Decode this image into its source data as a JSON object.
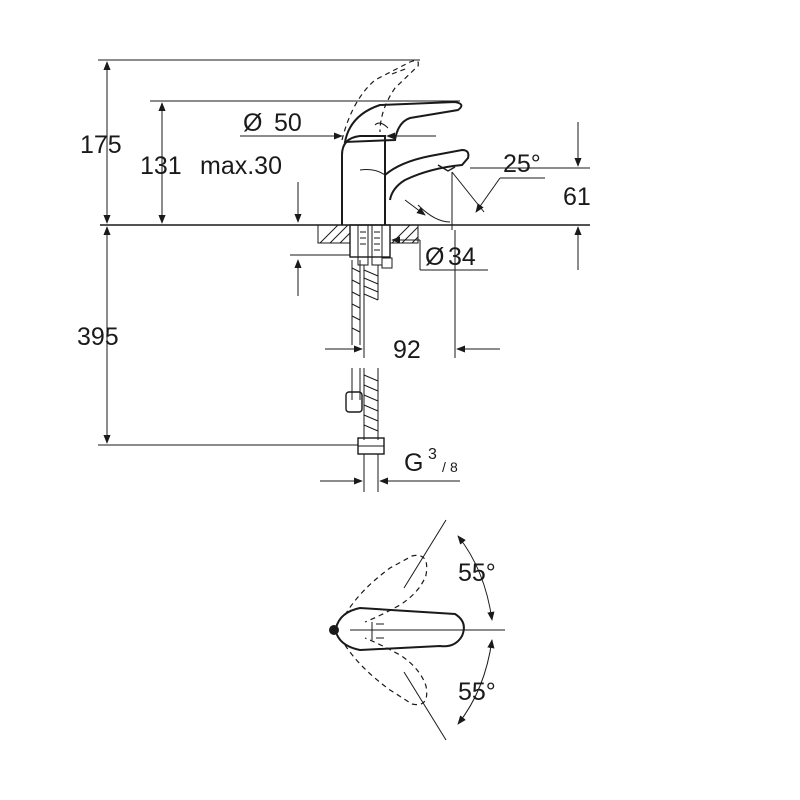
{
  "dimensions": {
    "total_height": "175",
    "spout_height": "131",
    "max_thickness": "max.30",
    "lever_diameter": "50",
    "spout_angle": "25°",
    "spout_drop": "61",
    "hole_diameter": "34",
    "projection": "92",
    "hose_length": "395",
    "thread_prefix": "G",
    "thread_num": "3",
    "thread_den": "8"
  },
  "top_view": {
    "angle_upper": "55°",
    "angle_lower": "55°"
  },
  "colors": {
    "ink": "#1a1a1a",
    "background": "#ffffff"
  }
}
